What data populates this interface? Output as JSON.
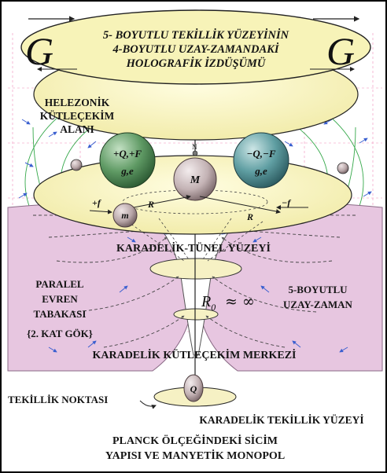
{
  "header": {
    "line1": "5- BOYUTLU TEKİLLİK YÜZEYİNİN",
    "line2": "4-BOYUTLU UZAY-ZAMANDAKİ",
    "line3": "HOLOGRAFİK İZDÜŞÜMÜ",
    "left_symbol": "G",
    "right_symbol": "G"
  },
  "labels": {
    "helical_line1": "HELEZONİK",
    "helical_line2": "KÜTLEÇEKİM",
    "helical_line3": "ALANI",
    "sphere_left_charge": "+Q,+F",
    "sphere_left_ge": "g,e",
    "sphere_right_charge": "−Q,−F",
    "sphere_right_ge": "g,e",
    "sphere_center": "M",
    "sphere_small": "m",
    "plus_f": "+f",
    "minus_f": "−f",
    "radius_left": "R",
    "radius_right": "R",
    "n_marker": "N",
    "tunnel_surface": "KARADELİK-TÜNEL YÜZEYİ",
    "parallel_line1": "PARALEL",
    "parallel_line2": "EVREN",
    "parallel_line3": "TABAKASI",
    "parallel_line4": "{2. KAT GÖK}",
    "five_dim_line1": "5-BOYUTLU",
    "five_dim_line2": "UZAY-ZAMAN",
    "r0_symbol": "R",
    "r0_sub": "0",
    "approx_infinity": "≈ ∞",
    "gravity_center": "KARADELİK KÜTLEÇEKİM MERKEZİ",
    "q_sphere": "Q",
    "singularity_point": "TEKİLLİK NOKTASI",
    "singularity_surface": "KARADELİK TEKİLLİK YÜZEYİ",
    "footer_line1": "PLANCK ÖLÇEĞİNDEKİ SİCİM",
    "footer_line2": "YAPISI VE MANYETİK MONOPOL"
  },
  "colors": {
    "outer_ellipse": "#f7f3b8",
    "funnel": "#e7c6e0",
    "left_sphere": "#5f9a64",
    "right_sphere": "#5f9ea2",
    "center_sphere": "#c3b2b4",
    "field_arrows": "#3a5fd0",
    "grid_lines": "#f08bb8",
    "green_lines": "#35a84a",
    "title_text": "#141414"
  }
}
